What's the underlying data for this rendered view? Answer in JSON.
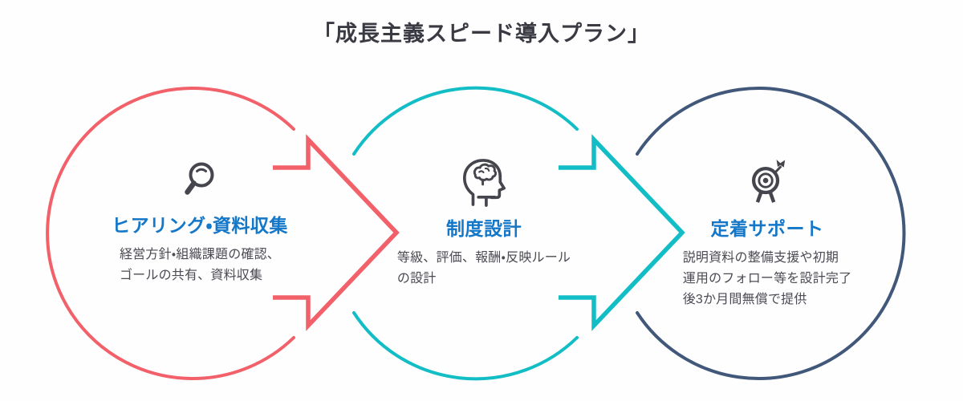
{
  "title": "「成長主義スピード導入プラン」",
  "colors": {
    "background": "#fefefe",
    "title_text": "#3a3a43",
    "step_title_blue": "#1577c8",
    "description_text": "#4b4b54",
    "icon": "#45454d",
    "step1_red": "#f2606a",
    "step2_teal": "#13bdc6",
    "step3_navy": "#41587a"
  },
  "steps": [
    {
      "title": "ヒアリング・資料収集",
      "description": "経営方針・組織課題の確認、\nゴールの共有、資料収集",
      "icon": "magnifier-icon",
      "color": "#f2606a"
    },
    {
      "title": "制度設計",
      "description": "等級、評価、報酬・反映ルール\nの設計",
      "icon": "head-brain-icon",
      "color": "#13bdc6"
    },
    {
      "title": "定着サポート",
      "description": "説明資料の整備支援や初期\n運用のフォロー等を設計完了\n後3か月間無償で提供",
      "icon": "target-dart-icon",
      "color": "#41587a"
    }
  ]
}
